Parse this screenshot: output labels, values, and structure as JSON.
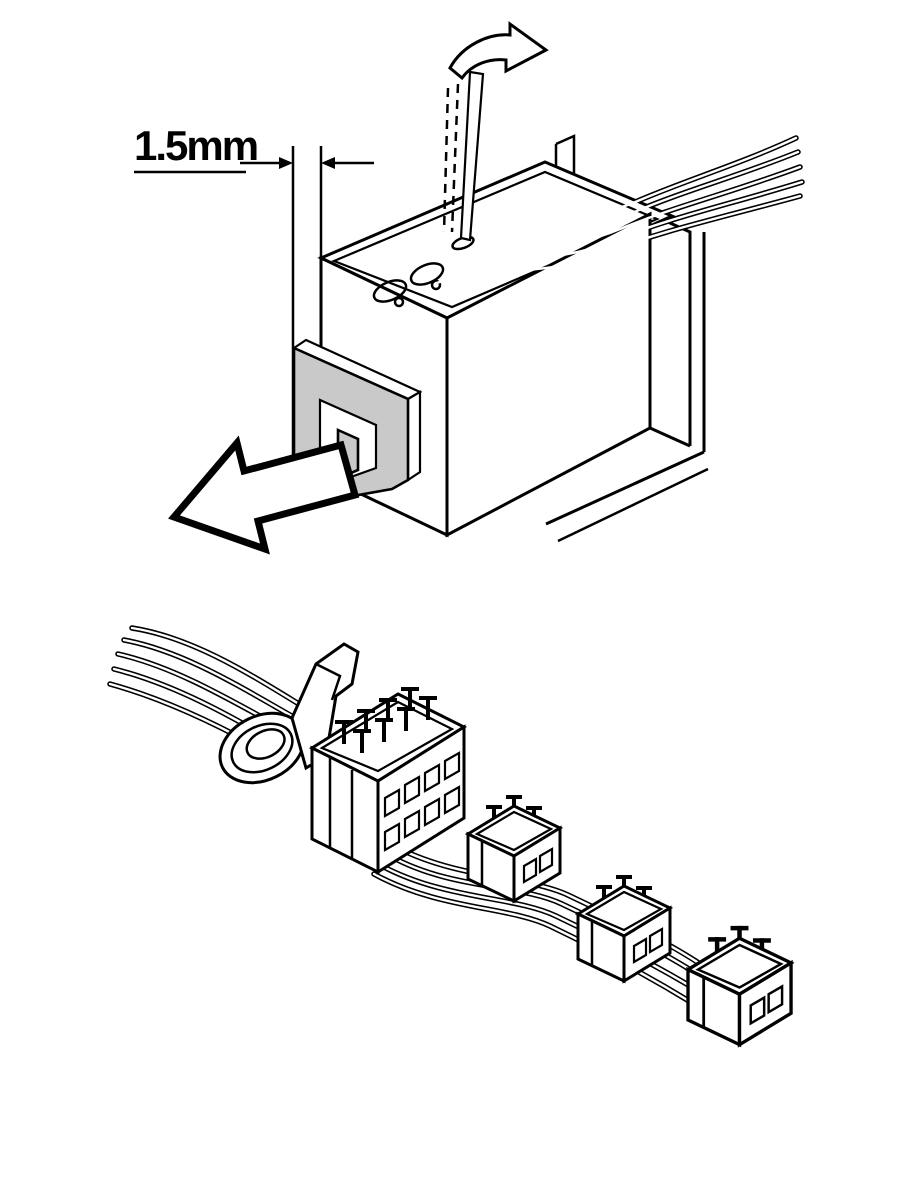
{
  "page": {
    "background_color": "#ffffff"
  },
  "colors": {
    "line": "#000000",
    "lock_shade": "#c9c9c9",
    "paper": "#ffffff"
  },
  "figure_top": {
    "name": "terminal-lock-release-detail",
    "dimension_label": "1.5mm",
    "icons": [
      "rotation-arrow-icon",
      "slide-direction-arrow-icon"
    ]
  },
  "figure_bottom": {
    "name": "harness-grommet-and-connectors-overview"
  }
}
